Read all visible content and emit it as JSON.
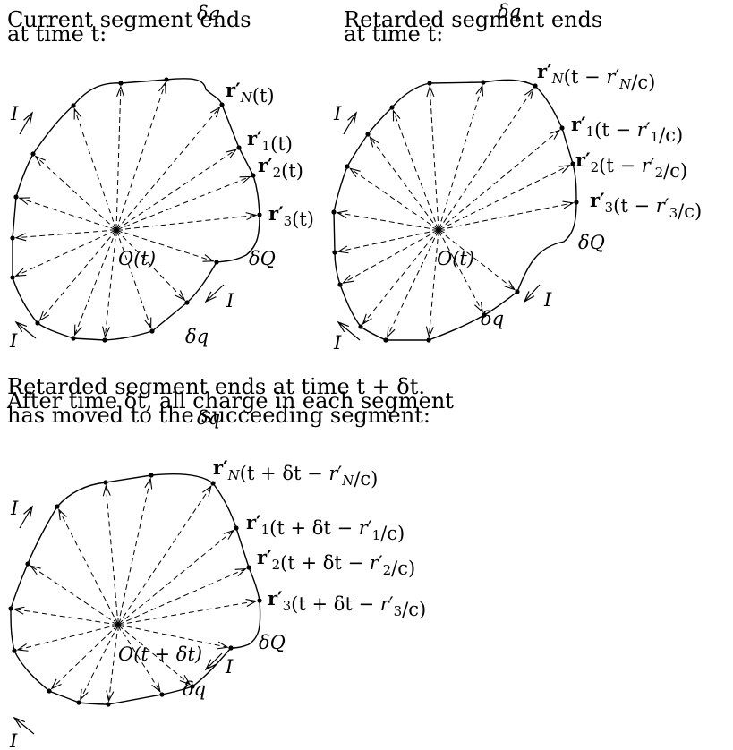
{
  "panels": [
    {
      "caption": [
        "Current segment ends",
        "at time t:"
      ],
      "origin_label": "O(t)",
      "charge_labels": [
        "δq",
        "δq"
      ],
      "big_charge_label": "δQ",
      "current_labels": [
        "I",
        "I",
        "I"
      ],
      "position_labels": [
        "r′N(t)",
        "r′1(t)",
        "r′2(t)",
        "r′3(t)"
      ]
    },
    {
      "caption": [
        "Retarded segment ends",
        "at time t:"
      ],
      "origin_label": "O(t)",
      "charge_labels": [
        "δq",
        "δq"
      ],
      "big_charge_label": "δQ",
      "current_labels": [
        "I",
        "I",
        "I"
      ],
      "position_labels": [
        "r′N(t − r′N/c)",
        "r′1(t − r′1/c)",
        "r′2(t − r′2/c)",
        "r′3(t − r′3/c)"
      ]
    },
    {
      "caption": [
        "Retarded segment ends at time t + δt.",
        "After time δt, all charge in each segment",
        "has moved to the succeeding segment:"
      ],
      "origin_label": "O(t + δt)",
      "charge_labels": [
        "δq",
        "δq"
      ],
      "big_charge_label": "δQ",
      "current_labels": [
        "I",
        "I",
        "I"
      ],
      "position_labels": [
        "r′N(t + δt − r′N/c)",
        "r′1(t + δt − r′1/c)",
        "r′2(t + δt − r′2/c)",
        "r′3(t + δt − r′3/c)"
      ]
    }
  ]
}
